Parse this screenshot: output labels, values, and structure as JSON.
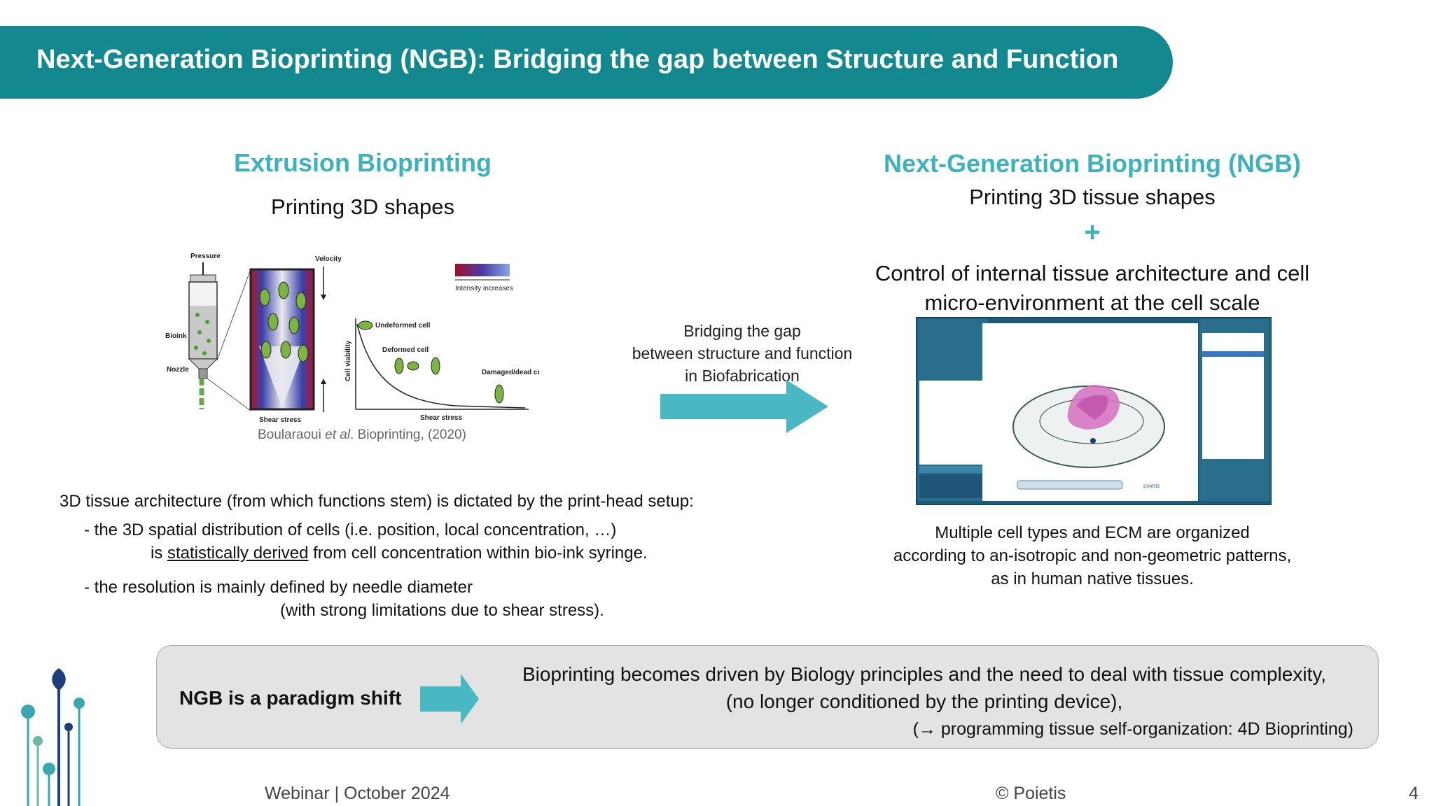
{
  "slide": {
    "title": "Next-Generation Bioprinting (NGB): Bridging the gap between Structure and Function",
    "page_number": "4"
  },
  "left": {
    "heading": "Extrusion Bioprinting",
    "subheading": "Printing 3D shapes",
    "figure": {
      "labels": {
        "pressure": "Pressure",
        "velocity": "Velocity",
        "bioink": "Bioink",
        "nozzle": "Nozzle",
        "shear_stress_left": "Shear stress",
        "intensity": "Intensity increases",
        "undeformed": "Undeformed cell",
        "deformed": "Deformed cell",
        "damaged": "Damaged/dead cell",
        "cell_viability": "Cell viability",
        "shear_stress_axis": "Shear stress"
      },
      "caption_prefix": "Boularaoui ",
      "caption_italic": "et al",
      "caption_suffix": ". Bioprinting, (2020)"
    }
  },
  "middle": {
    "arrow_text_line1": "Bridging the gap",
    "arrow_text_line2": "between structure and function",
    "arrow_text_line3": "in Biofabrication",
    "arrow_color": "#4ab8c3"
  },
  "right": {
    "heading": "Next-Generation Bioprinting (NGB)",
    "subheading": "Printing 3D tissue shapes",
    "plus": "+",
    "control_line1": "Control of internal tissue architecture and cell",
    "control_line2": "micro-environment at the cell scale",
    "screenshot_brand": "poietis",
    "description_line1": "Multiple cell types and ECM are organized",
    "description_line2": "according to an-isotropic and non-geometric patterns,",
    "description_line3": "as in human native tissues."
  },
  "left_text": {
    "intro": "3D tissue architecture (from which functions stem) is dictated by the print-head setup:",
    "bullet1_line1": "- the 3D spatial distribution of cells (i.e. position, local concentration, …)",
    "bullet1_line2_pre": "is ",
    "bullet1_line2_underlined": "statistically derived",
    "bullet1_line2_post": " from cell concentration within bio-ink syringe.",
    "bullet2_line1": "- the resolution is mainly defined by needle diameter",
    "bullet2_line2": "(with strong limitations due to shear stress)."
  },
  "paradigm": {
    "label": "NGB is a paradigm shift",
    "line1": "Bioprinting becomes driven by Biology principles and the need to deal with tissue complexity,",
    "line2": "(no longer conditioned by the printing device),",
    "line3": "(→ programming tissue self-organization: 4D Bioprinting)"
  },
  "footer": {
    "left": "Webinar | October 2024",
    "center": "© Poietis"
  },
  "colors": {
    "banner": "#13888f",
    "heading_teal": "#3fb1bd",
    "logo_dark": "#1d3f7a",
    "logo_teal": "#3aa7b0"
  }
}
